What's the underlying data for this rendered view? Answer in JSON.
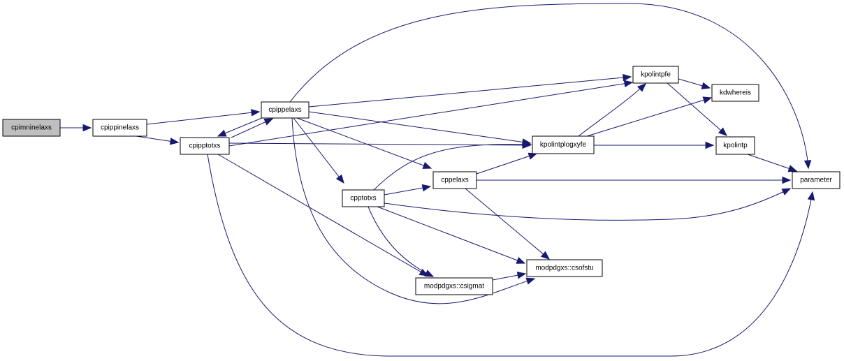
{
  "graph": {
    "root": "cpimninelaxs",
    "colors": {
      "edge": "#191970",
      "root_fill": "#bfbfbf",
      "node_fill": "#ffffff",
      "node_border": "#000000"
    },
    "nodes": {
      "cpimninelaxs": "cpimninelaxs",
      "cpippinelaxs": "cpippinelaxs",
      "cpippelaxs": "cpippelaxs",
      "cpipptotxs": "cpipptotxs",
      "cpptotxs": "cpptotxs",
      "cppelaxs": "cppelaxs",
      "kpolintpfe": "kpolintpfe",
      "kdwhereis": "kdwhereis",
      "kpolintplogxyfe": "kpolintplogxyfe",
      "kpolintp": "kpolintp",
      "parameter": "parameter",
      "modpdgxs_csofstu": "modpdgxs::csofstu",
      "modpdgxs_csigmat": "modpdgxs::csigmat"
    },
    "edges": [
      [
        "cpimninelaxs",
        "cpippinelaxs"
      ],
      [
        "cpippinelaxs",
        "cpippelaxs"
      ],
      [
        "cpippinelaxs",
        "cpipptotxs"
      ],
      [
        "cpippelaxs",
        "cpipptotxs"
      ],
      [
        "cpipptotxs",
        "cpippelaxs"
      ],
      [
        "cpippelaxs",
        "kpolintpfe"
      ],
      [
        "cpippelaxs",
        "kpolintplogxyfe"
      ],
      [
        "cpippelaxs",
        "cppelaxs"
      ],
      [
        "cpippelaxs",
        "cpptotxs"
      ],
      [
        "cpippelaxs",
        "modpdgxs_csofstu"
      ],
      [
        "cpippelaxs",
        "parameter"
      ],
      [
        "cpipptotxs",
        "kpolintpfe"
      ],
      [
        "cpipptotxs",
        "kpolintplogxyfe"
      ],
      [
        "cpipptotxs",
        "modpdgxs_csigmat"
      ],
      [
        "cpipptotxs",
        "parameter"
      ],
      [
        "cpptotxs",
        "cppelaxs"
      ],
      [
        "cpptotxs",
        "kpolintplogxyfe"
      ],
      [
        "cpptotxs",
        "modpdgxs_csofstu"
      ],
      [
        "cpptotxs",
        "modpdgxs_csigmat"
      ],
      [
        "cpptotxs",
        "parameter"
      ],
      [
        "cppelaxs",
        "kpolintplogxyfe"
      ],
      [
        "cppelaxs",
        "parameter"
      ],
      [
        "cppelaxs",
        "modpdgxs_csofstu"
      ],
      [
        "kpolintplogxyfe",
        "kpolintpfe"
      ],
      [
        "kpolintplogxyfe",
        "kdwhereis"
      ],
      [
        "kpolintplogxyfe",
        "kpolintp"
      ],
      [
        "kpolintpfe",
        "kdwhereis"
      ],
      [
        "kpolintpfe",
        "kpolintp"
      ],
      [
        "kpolintp",
        "parameter"
      ],
      [
        "modpdgxs_csigmat",
        "modpdgxs_csofstu"
      ]
    ]
  }
}
